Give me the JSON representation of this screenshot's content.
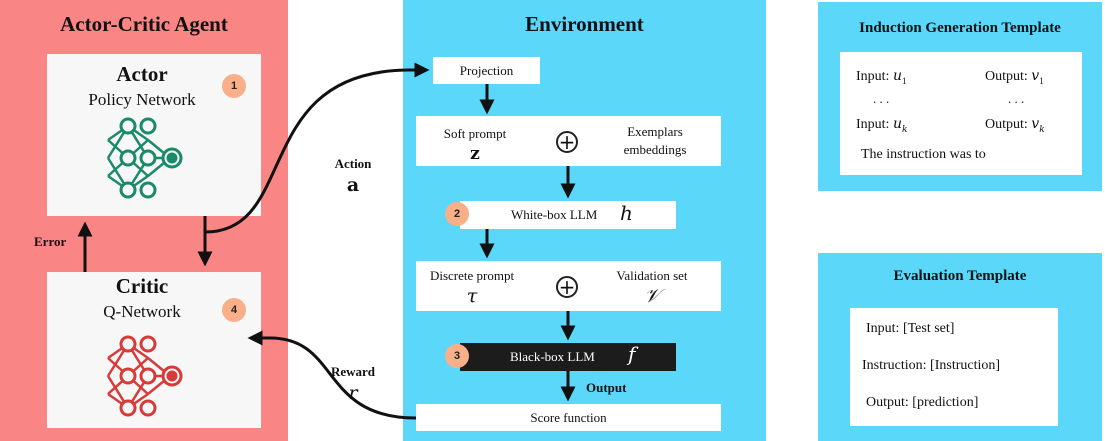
{
  "agent": {
    "title": "Actor-Critic Agent",
    "actor": {
      "title": "Actor",
      "subtitle": "Policy Network",
      "badge": "1"
    },
    "critic": {
      "title": "Critic",
      "subtitle": "Q-Network",
      "badge": "4"
    },
    "error_label": "Error"
  },
  "action": {
    "label": "Action",
    "symbol": "a"
  },
  "reward": {
    "label": "Reward",
    "symbol": "r"
  },
  "environment": {
    "title": "Environment",
    "projection": "Projection",
    "soft_prompt": {
      "label": "Soft prompt",
      "symbol": "z"
    },
    "exemplars": {
      "line1": "Exemplars",
      "line2": "embeddings"
    },
    "plus_symbol": "+",
    "white_box": {
      "label": "White-box LLM",
      "symbol": "h",
      "badge": "2"
    },
    "discrete_prompt": {
      "label": "Discrete prompt",
      "symbol": "τ"
    },
    "validation": {
      "label": "Validation set",
      "symbol": "𝒱"
    },
    "black_box": {
      "label": "Black-box LLM",
      "symbol": "f",
      "badge": "3"
    },
    "output_label": "Output",
    "score": "Score function"
  },
  "induction_template": {
    "title": "Induction Generation Template",
    "input1": "Input: ",
    "input1_sym": "u",
    "input1_sub": "1",
    "output1": "Output: ",
    "output1_sym": "v",
    "output1_sub": "1",
    "dots": ". . .",
    "inputk": "Input: ",
    "inputk_sym": "u",
    "inputk_sub": "k",
    "outputk": "Output: ",
    "outputk_sym": "v",
    "outputk_sub": "k",
    "instruction": "The instruction was to"
  },
  "evaluation_template": {
    "title": "Evaluation Template",
    "line1": "Input: [Test set]",
    "line2": "Instruction: [Instruction]",
    "line3": "Output: [prediction]"
  },
  "colors": {
    "agent_bg": "#f98585",
    "env_bg": "#5bd7fa",
    "actor_net": "#1a8a6a",
    "critic_net": "#d83a3a",
    "badge": "#f9b089",
    "black_box": "#1c1c1c"
  }
}
